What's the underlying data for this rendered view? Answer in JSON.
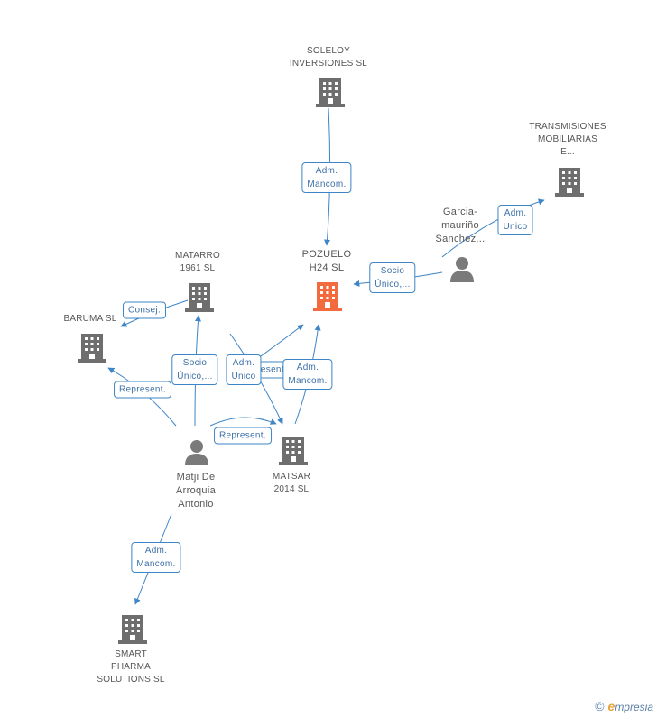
{
  "nodes": {
    "soleloy": {
      "label": "SOLELOY\nINVERSIONES SL",
      "type": "company"
    },
    "transmisiones": {
      "label": "TRANSMISIONES\nMOBILIARIAS\nE...",
      "type": "company"
    },
    "pozuelo": {
      "label": "POZUELO\nH24  SL",
      "type": "company-main"
    },
    "garcia": {
      "label": "Garcia-\nmauriño\nSanchez...",
      "type": "person"
    },
    "matarro": {
      "label": "MATARRO\n1961 SL",
      "type": "company"
    },
    "baruma": {
      "label": "BARUMA SL",
      "type": "company"
    },
    "matji": {
      "label": "Matji De\nArroquia\nAntonio",
      "type": "person"
    },
    "matsar": {
      "label": "MATSAR\n2014  SL",
      "type": "company"
    },
    "smart": {
      "label": "SMART\nPHARMA\nSOLUTIONS SL",
      "type": "company"
    }
  },
  "edge_labels": {
    "soleloy_pozuelo": "Adm.\nMancom.",
    "garcia_transmisiones": "Adm.\nUnico",
    "garcia_pozuelo": "Socio\nÚnico,...",
    "matarro_baruma": "Consej.",
    "matji_baruma": "Represent.",
    "matji_matarro": "Socio\nÚnico,...",
    "matji_matsar_adm": "Adm.\nUnico",
    "hidden_represent": "Represent.",
    "matsar_pozuelo": "Adm.\nMancom.",
    "matji_matsar_rep": "Represent.",
    "matji_smart": "Adm.\nMancom."
  },
  "colors": {
    "company": "#6e6e6e",
    "company_main": "#f26a3d",
    "person": "#7a7a7a",
    "edge": "#3d85c6"
  },
  "footer": {
    "copyright": "©",
    "brand_initial": "e",
    "brand_rest": "mpresia"
  }
}
